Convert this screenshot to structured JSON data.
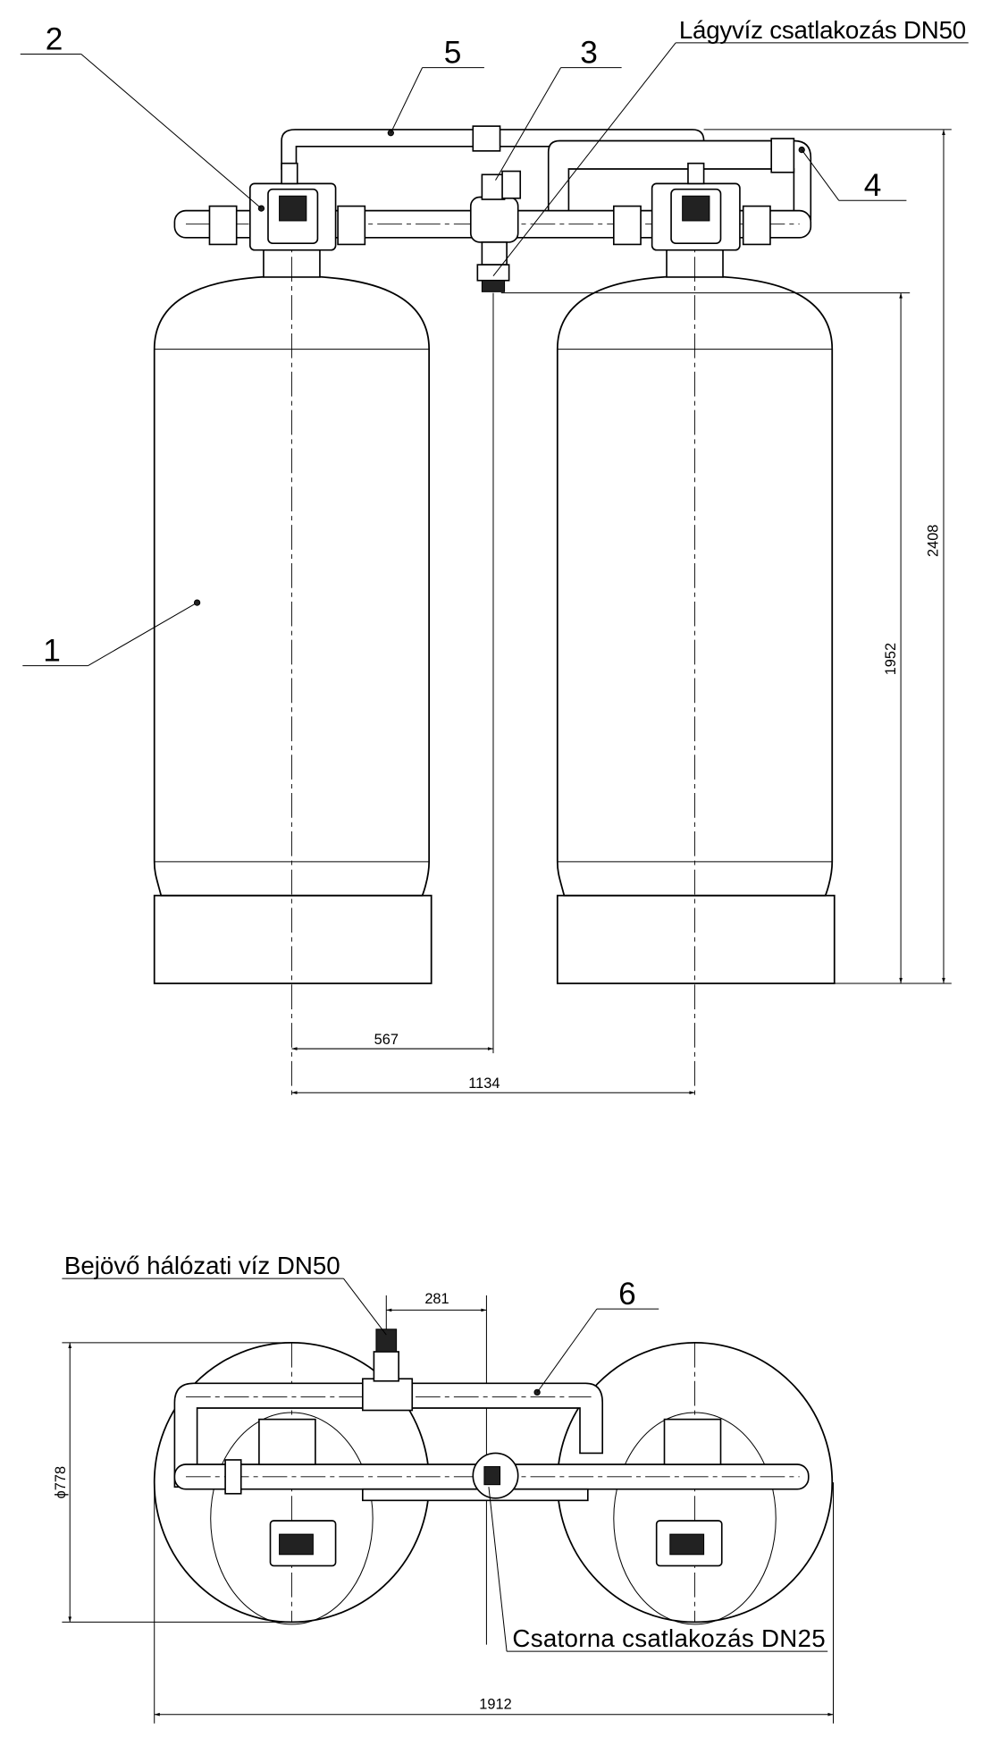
{
  "side_view": {
    "callouts": {
      "c1": "1",
      "c2": "2",
      "c3": "3",
      "c4": "4",
      "c5": "5"
    },
    "soft_water_label": "Lágyvíz csatlakozás DN50",
    "dimensions": {
      "total_height": "2408",
      "tank_height": "1952",
      "half_spacing": "567",
      "tank_spacing": "1134"
    }
  },
  "top_view": {
    "callouts": {
      "c6": "6"
    },
    "inlet_label": "Bejövő hálózati víz DN50",
    "drain_label": "Csatorna csatlakozás DN25",
    "dimensions": {
      "inlet_offset": "281",
      "diameter": "ϕ778",
      "overall_width": "1912"
    }
  }
}
